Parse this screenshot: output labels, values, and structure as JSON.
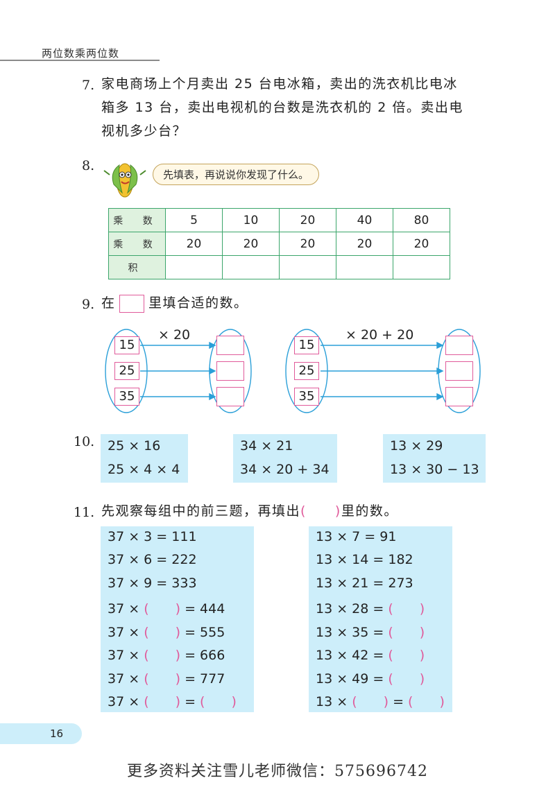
{
  "header": {
    "title": "两位数乘两位数"
  },
  "q7": {
    "num": "7.",
    "lines": [
      "家电商场上个月卖出 25 台电冰箱，卖出的洗衣机比电冰",
      "箱多 13 台，卖出电视机的台数是洗衣机的 2 倍。卖出电",
      "视机多少台？"
    ]
  },
  "q8": {
    "num": "8.",
    "bubble": "先填表，再说说你发现了什么。",
    "row1_label": "乘 数",
    "row2_label": "乘 数",
    "row3_label": "积",
    "row1": [
      "5",
      "10",
      "20",
      "40",
      "80"
    ],
    "row2": [
      "20",
      "20",
      "20",
      "20",
      "20"
    ]
  },
  "q9": {
    "num": "9.",
    "prompt_before": "在",
    "prompt_after": "里填合适的数。",
    "left_op": "× 20",
    "right_op": "× 20 + 20",
    "inputs": [
      "15",
      "25",
      "35"
    ]
  },
  "q10": {
    "num": "10.",
    "groups": [
      [
        "25 × 16",
        "25 × 4 × 4"
      ],
      [
        "34 × 21",
        "34 × 20 + 34"
      ],
      [
        "13 × 29",
        "13 × 30 − 13"
      ]
    ]
  },
  "q11": {
    "num": "11.",
    "prompt_before": "先观察每组中的前三题，再填出",
    "prompt_paren": "(　　)",
    "prompt_after": "里的数。",
    "left": [
      {
        "a": "37 × 3 = 111"
      },
      {
        "a": "37 × 6 = 222"
      },
      {
        "a": "37 × 9 = 333"
      },
      {
        "pre": "37 ×",
        "p1": "(　　)",
        "mid": "= 444"
      },
      {
        "pre": "37 ×",
        "p1": "(　　)",
        "mid": "= 555"
      },
      {
        "pre": "37 ×",
        "p1": "(　　)",
        "mid": "= 666"
      },
      {
        "pre": "37 ×",
        "p1": "(　　)",
        "mid": "= 777"
      },
      {
        "pre": "37 ×",
        "p1": "(　　)",
        "mid": "=",
        "p2": "(　　)"
      }
    ],
    "right": [
      {
        "a": "13 × 7 = 91"
      },
      {
        "a": "13 × 14 = 182"
      },
      {
        "a": "13 × 21 = 273"
      },
      {
        "pre": "13 × 28 =",
        "p1": "(　　)"
      },
      {
        "pre": "13 × 35 =",
        "p1": "(　　)"
      },
      {
        "pre": "13 × 42 =",
        "p1": "(　　)"
      },
      {
        "pre": "13 × 49 =",
        "p1": "(　　)"
      },
      {
        "pre": "13 ×",
        "p1": "(　　)",
        "mid": "=",
        "p2": "(　　)"
      }
    ]
  },
  "page_number": "16",
  "footer": "更多资料关注雪儿老师微信：575696742",
  "colors": {
    "table_border": "#3aa56a",
    "label_fill": "#dff2df",
    "pink": "#e05a9a",
    "blue_fill": "#cdeefa",
    "arrow": "#2a9fd8"
  }
}
